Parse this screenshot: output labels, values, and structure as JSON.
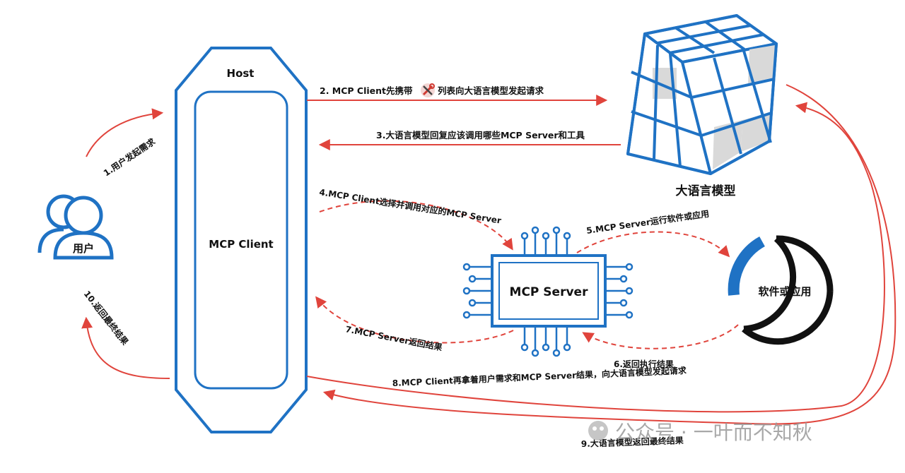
{
  "nodes": {
    "host_title": "Host",
    "mcp_client": "MCP Client",
    "user": "用户",
    "llm": "大语言模型",
    "mcp_server": "MCP Server",
    "software": "软件或应用"
  },
  "steps": {
    "s1": "1.用户发起需求",
    "s2_a": "2. MCP Client先携带",
    "s2_b": "列表向大语言模型发起请求",
    "s3": "3.大语言模型回复应该调用哪些MCP Server和工具",
    "s4": "4.MCP Client选择并调用对应的MCP Server",
    "s5": "5.MCP Server运行软件或应用",
    "s6": "6.返回执行结果",
    "s7": "7.MCP Server返回结果",
    "s8": "8.MCP Client再拿着用户需求和MCP Server结果，向大语言模型发起请求",
    "s9": "9.大语言模型返回最终结果",
    "s10": "10.返回最终结果"
  },
  "watermark": "公众号 · 一叶而不知秋",
  "colors": {
    "accent_blue": "#1f72c4",
    "arrow_red": "#e0443c",
    "cube_grey": "#d9d9d9"
  },
  "icons": {
    "tools": "tools-icon",
    "user": "user-icon",
    "chip": "chip-icon",
    "cube": "cube-icon",
    "ring": "ring-icon"
  }
}
